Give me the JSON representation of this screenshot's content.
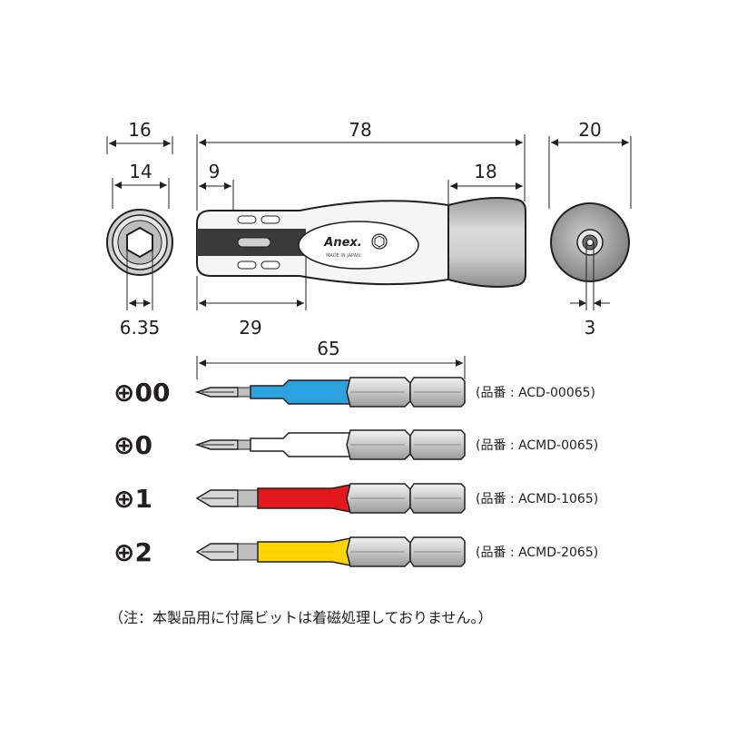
{
  "dimensions": {
    "top_view_outer": "16",
    "top_view_inner": "14",
    "hex_socket": "6.35",
    "overall_length": "78",
    "front_collar": "9",
    "rear_grip": "18",
    "shank_length": "29",
    "end_diameter": "20",
    "end_hole": "3",
    "bit_length": "65"
  },
  "handle": {
    "brand": "Anex.",
    "made_in": "MADE IN JAPAN"
  },
  "bits": [
    {
      "size": "⊕00",
      "part_no": "(品番 : ACD-00065)",
      "color": "#2aa2dd"
    },
    {
      "size": "⊕0",
      "part_no": "(品番 : ACMD-0065)",
      "color": "#ffffff"
    },
    {
      "size": "⊕1",
      "part_no": "(品番 : ACMD-1065)",
      "color": "#e2181c"
    },
    {
      "size": "⊕2",
      "part_no": "(品番 : ACMD-2065)",
      "color": "#ffd400"
    }
  ],
  "note": "（注：本製品用に付属ビットは着磁処理しておりません。）",
  "colors": {
    "outline": "#231f20",
    "grey_body": "#bfbfbf",
    "dark_band": "#3a3a3a"
  }
}
